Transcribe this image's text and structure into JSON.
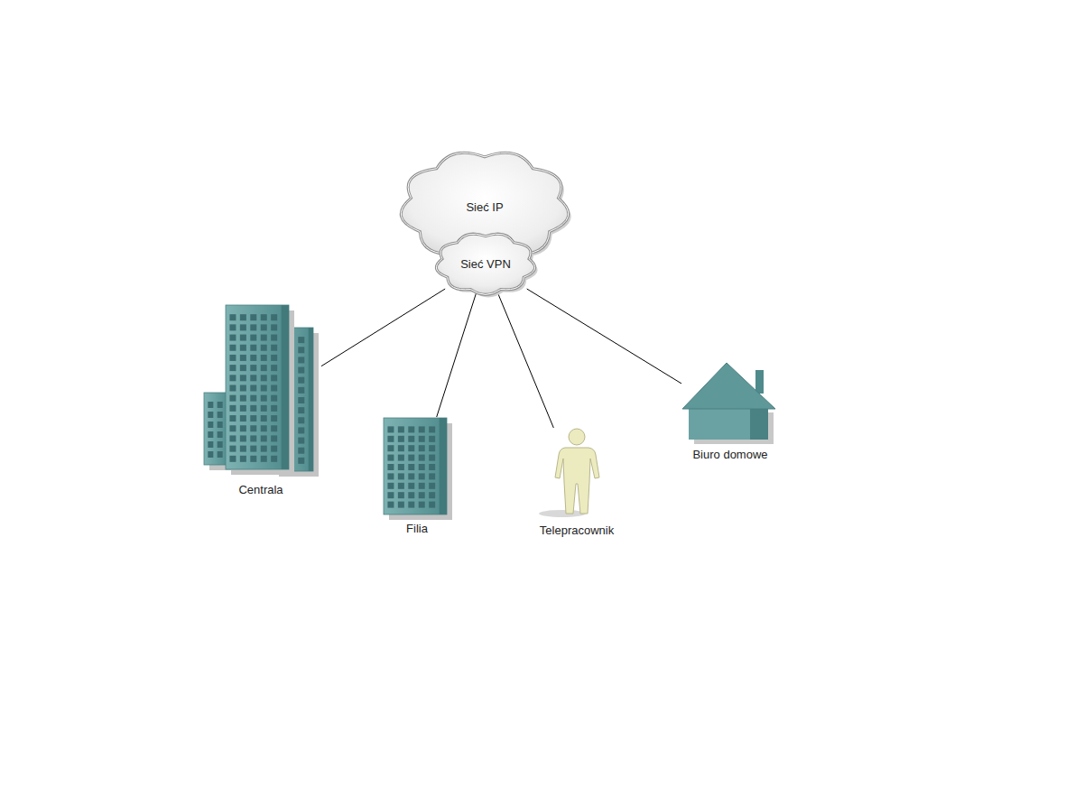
{
  "diagram": {
    "nodes": [
      {
        "text": [
          "Sieć IP"
        ]
      },
      {
        "text": [
          "Sieć VPN"
        ],
        "in": 0
      },
      {
        "text": [
          "Centrala"
        ]
      },
      {
        "text": [
          "Filia"
        ]
      },
      {
        "text": [
          "Telepracownik"
        ]
      },
      {
        "text": [
          "Biuro domowe"
        ]
      }
    ],
    "edges": [
      {
        "from": 1,
        "to": 2,
        "arrow": "none"
      },
      {
        "from": 1,
        "to": 3,
        "arrow": "none"
      },
      {
        "from": 1,
        "to": 4,
        "arrow": "none"
      },
      {
        "from": 1,
        "to": 5,
        "arrow": "none"
      }
    ]
  }
}
